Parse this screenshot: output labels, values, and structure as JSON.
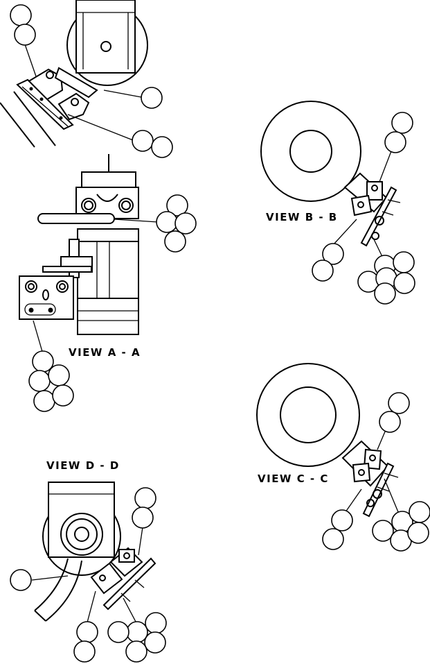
{
  "views": {
    "a": {
      "label": "VIEW A - A"
    },
    "b": {
      "label": "VIEW B - B"
    },
    "c": {
      "label": "VIEW C - C"
    },
    "d": {
      "label": "VIEW D - D"
    }
  }
}
